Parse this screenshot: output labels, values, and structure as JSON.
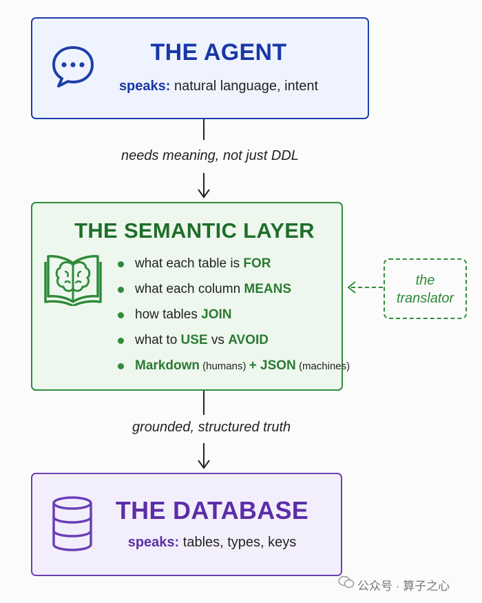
{
  "agent": {
    "title": "THE AGENT",
    "speaks_label": "speaks:",
    "speaks_text": "natural language, intent",
    "icon": "chat-bubble-icon"
  },
  "edge1": {
    "label": "needs meaning, not just DDL"
  },
  "semantic": {
    "title": "THE SEMANTIC LAYER",
    "icon": "book-brain-icon",
    "bullets": [
      {
        "pre": "what each table is ",
        "bold": "FOR",
        "post": ""
      },
      {
        "pre": "what each column ",
        "bold": "MEANS",
        "post": ""
      },
      {
        "pre": "how tables ",
        "bold": "JOIN",
        "post": ""
      },
      {
        "pre": "what to ",
        "bold": "USE",
        "mid": " vs ",
        "bold2": "AVOID"
      },
      {
        "bold": "Markdown",
        "small1": " (humans) ",
        "bold2": "+ JSON",
        "small2": " (machines)"
      }
    ]
  },
  "translator": {
    "line1": "the",
    "line2": "translator"
  },
  "edge2": {
    "label": "grounded, structured truth"
  },
  "database": {
    "title": "THE DATABASE",
    "speaks_label": "speaks:",
    "speaks_text": "tables, types, keys",
    "icon": "database-icon"
  },
  "watermark": {
    "text": "公众号 · 算子之心"
  },
  "colors": {
    "agent_accent": "#1937a6",
    "semantic_accent": "#2f8a3a",
    "database_accent": "#5b2ea6"
  }
}
